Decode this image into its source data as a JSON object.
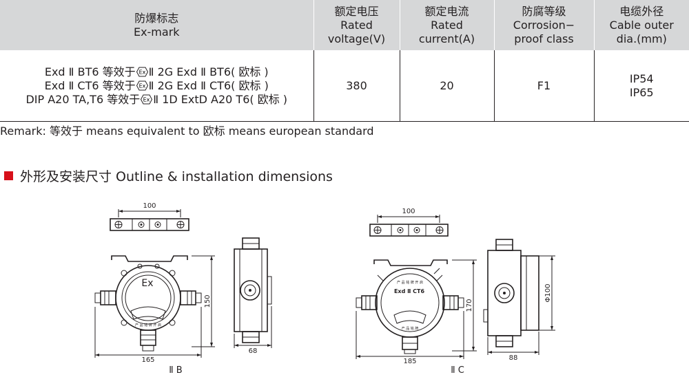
{
  "table": {
    "headers": [
      {
        "cn": "防爆标志",
        "en": [
          "Ex-mark"
        ]
      },
      {
        "cn": "额定电压",
        "en": [
          "Rated",
          "voltage(V)"
        ]
      },
      {
        "cn": "额定电流",
        "en": [
          "Rated",
          "current(A)"
        ]
      },
      {
        "cn": "防腐等级",
        "en": [
          "Corrosion−",
          "proof class"
        ]
      },
      {
        "cn": "电缆外径",
        "en": [
          "Cable outer",
          "dia.(mm)"
        ]
      }
    ],
    "exmark_lines": [
      {
        "pre": "Exd Ⅱ BT6 等效于",
        "post": "Ⅱ 2G Exd Ⅱ BT6( 欧标 )"
      },
      {
        "pre": "Exd Ⅱ CT6 等效于",
        "post": "Ⅱ 2G Exd Ⅱ CT6( 欧标 )"
      },
      {
        "pre": "DIP A20 TA,T6 等效于",
        "post": "Ⅱ 1D ExtD A20 T6( 欧标 )"
      }
    ],
    "voltage": "380",
    "current": "20",
    "corrosion": "F1",
    "cable": [
      "IP54",
      "IP65"
    ]
  },
  "remark": "Remark: 等效于 means equivalent to   欧标 means european standard",
  "section_title": "外形及安装尺寸 Outline & installation dimensions",
  "drawings": {
    "b": {
      "label": "Ⅱ B",
      "bracket_dim": "100",
      "height_dim": "150",
      "width_dim": "165",
      "depth_dim": "68",
      "body_text": "Ex",
      "plate_text": "产 品 铭 牌 开 启"
    },
    "c": {
      "label": "Ⅱ C",
      "bracket_dim": "100",
      "height_dim": "170",
      "width_dim": "185",
      "depth_dim": "88",
      "dia_dim": "Φ100",
      "body_text": "Exd Ⅱ CT6",
      "top_text": "产 品 铭 牌 开 启",
      "plate_text": "产 品 铭 牌"
    }
  },
  "colors": {
    "header_bg": "#d6d7d8",
    "accent": "#d7101a",
    "text": "#231f20"
  }
}
